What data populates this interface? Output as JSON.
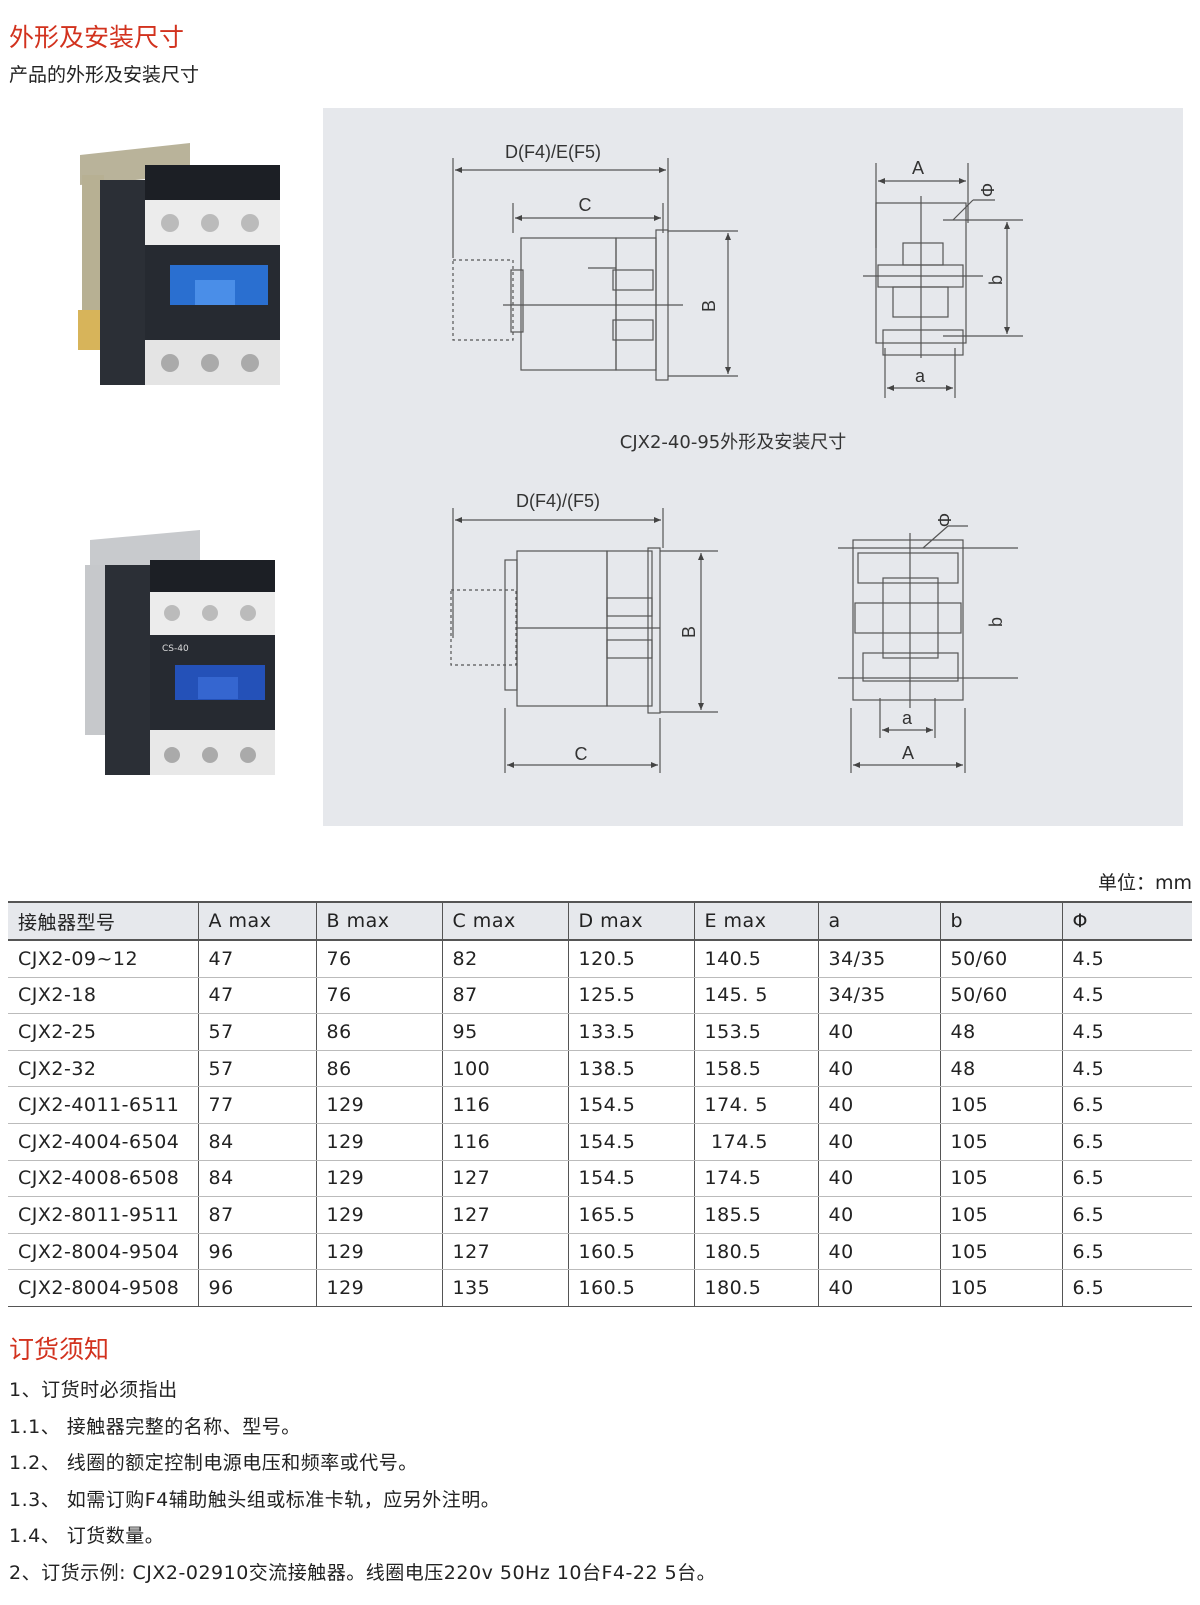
{
  "header": {
    "title": "外形及安装尺寸",
    "subtitle": "产品的外形及安装尺寸"
  },
  "diagram": {
    "top": {
      "dim_d": "D(F4)/E(F5)",
      "dim_c": "C",
      "dim_b": "B",
      "dim_a_cap": "A",
      "dim_phi": "Φ",
      "dim_b_small": "b",
      "dim_a_small": "a",
      "caption": "CJX2-40-95外形及安装尺寸"
    },
    "bottom": {
      "dim_d": "D(F4)/(F5)",
      "dim_c": "C",
      "dim_b": "B",
      "dim_phi": "Φ",
      "dim_b_small": "b",
      "dim_a_small": "a",
      "dim_a_cap": "A"
    }
  },
  "unit": "单位：mm",
  "table": {
    "headers": [
      "接触器型号",
      "A max",
      "B max",
      "C max",
      "D max",
      "E max",
      "a",
      "b",
      "Φ"
    ],
    "rows": [
      [
        "CJX2-09~12",
        "47",
        "76",
        "82",
        "120.5",
        "140.5",
        "34/35",
        "50/60",
        "4.5"
      ],
      [
        "CJX2-18",
        "47",
        "76",
        "87",
        "125.5",
        "145. 5",
        "34/35",
        "50/60",
        "4.5"
      ],
      [
        "CJX2-25",
        "57",
        "86",
        "95",
        "133.5",
        "153.5",
        "40",
        "48",
        "4.5"
      ],
      [
        "CJX2-32",
        "57",
        "86",
        "100",
        "138.5",
        "158.5",
        "40",
        "48",
        "4.5"
      ],
      [
        "CJX2-4011-6511",
        "77",
        "129",
        "116",
        "154.5",
        "174. 5",
        "40",
        "105",
        "6.5"
      ],
      [
        "CJX2-4004-6504",
        "84",
        "129",
        "116",
        "154.5",
        " 174.5",
        "40",
        "105",
        "6.5"
      ],
      [
        "CJX2-4008-6508",
        "84",
        "129",
        "127",
        "154.5",
        "174.5",
        "40",
        "105",
        "6.5"
      ],
      [
        "CJX2-8011-9511",
        "87",
        "129",
        "127",
        "165.5",
        "185.5",
        "40",
        "105",
        "6.5"
      ],
      [
        "CJX2-8004-9504",
        "96",
        "129",
        "127",
        "160.5",
        "180.5",
        "40",
        "105",
        "6.5"
      ],
      [
        "CJX2-8004-9508",
        "96",
        "129",
        "135",
        "160.5",
        "180.5",
        "40",
        "105",
        "6.5"
      ]
    ]
  },
  "order": {
    "title": "订货须知",
    "items": [
      "1、订货时必须指出",
      "1.1、 接触器完整的名称、型号。",
      "1.2、 线圈的额定控制电源电压和频率或代号。",
      "1.3、 如需订购F4辅助触头组或标准卡轨，应另外注明。",
      "1.4、 订货数量。",
      "2、订货示例: CJX2-02910交流接触器。线圈电压220v 50Hz 10台F4-22 5台。"
    ]
  },
  "photos": {
    "photo2_label": "CS-40"
  }
}
